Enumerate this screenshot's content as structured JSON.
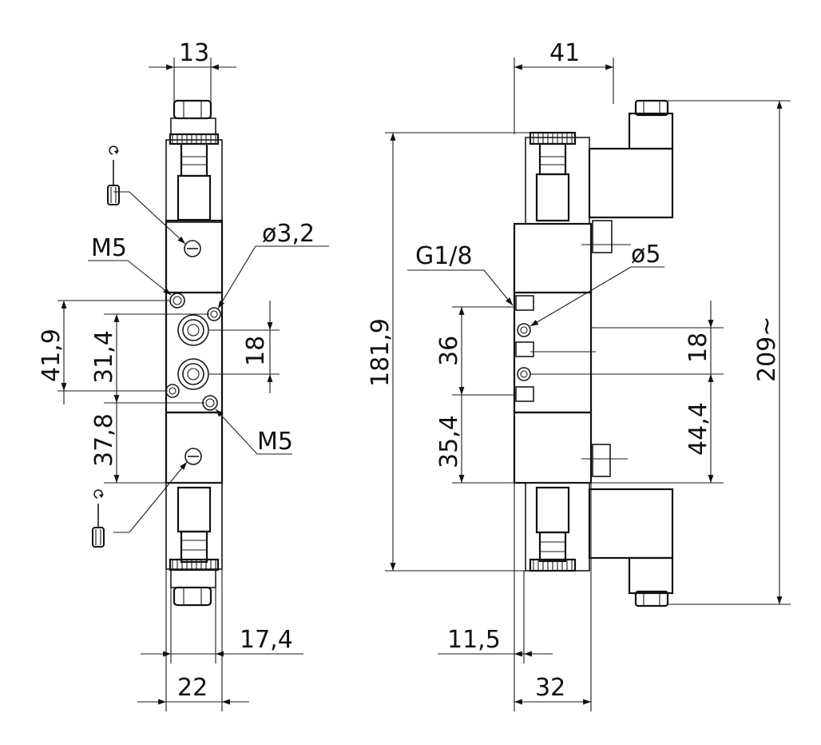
{
  "left_view": {
    "dims": {
      "top_width": "13",
      "height_41_9": "41,9",
      "height_31_4": "31,4",
      "height_37_8": "37,8",
      "pitch_18": "18",
      "width_22": "22",
      "offset_17_4": "17,4"
    },
    "labels": {
      "m5_upper": "M5",
      "m5_lower": "M5",
      "hole_dia": "ø3,2"
    }
  },
  "right_view": {
    "dims": {
      "top_width": "41",
      "overall_181_9": "181,9",
      "overall_209": "209~",
      "pitch_36": "36",
      "pitch_35_4": "35,4",
      "pitch_18": "18",
      "pitch_44_4": "44,4",
      "offset_11_5": "11,5",
      "width_32": "32"
    },
    "labels": {
      "thread": "G1/8",
      "port_dia": "ø5"
    }
  }
}
